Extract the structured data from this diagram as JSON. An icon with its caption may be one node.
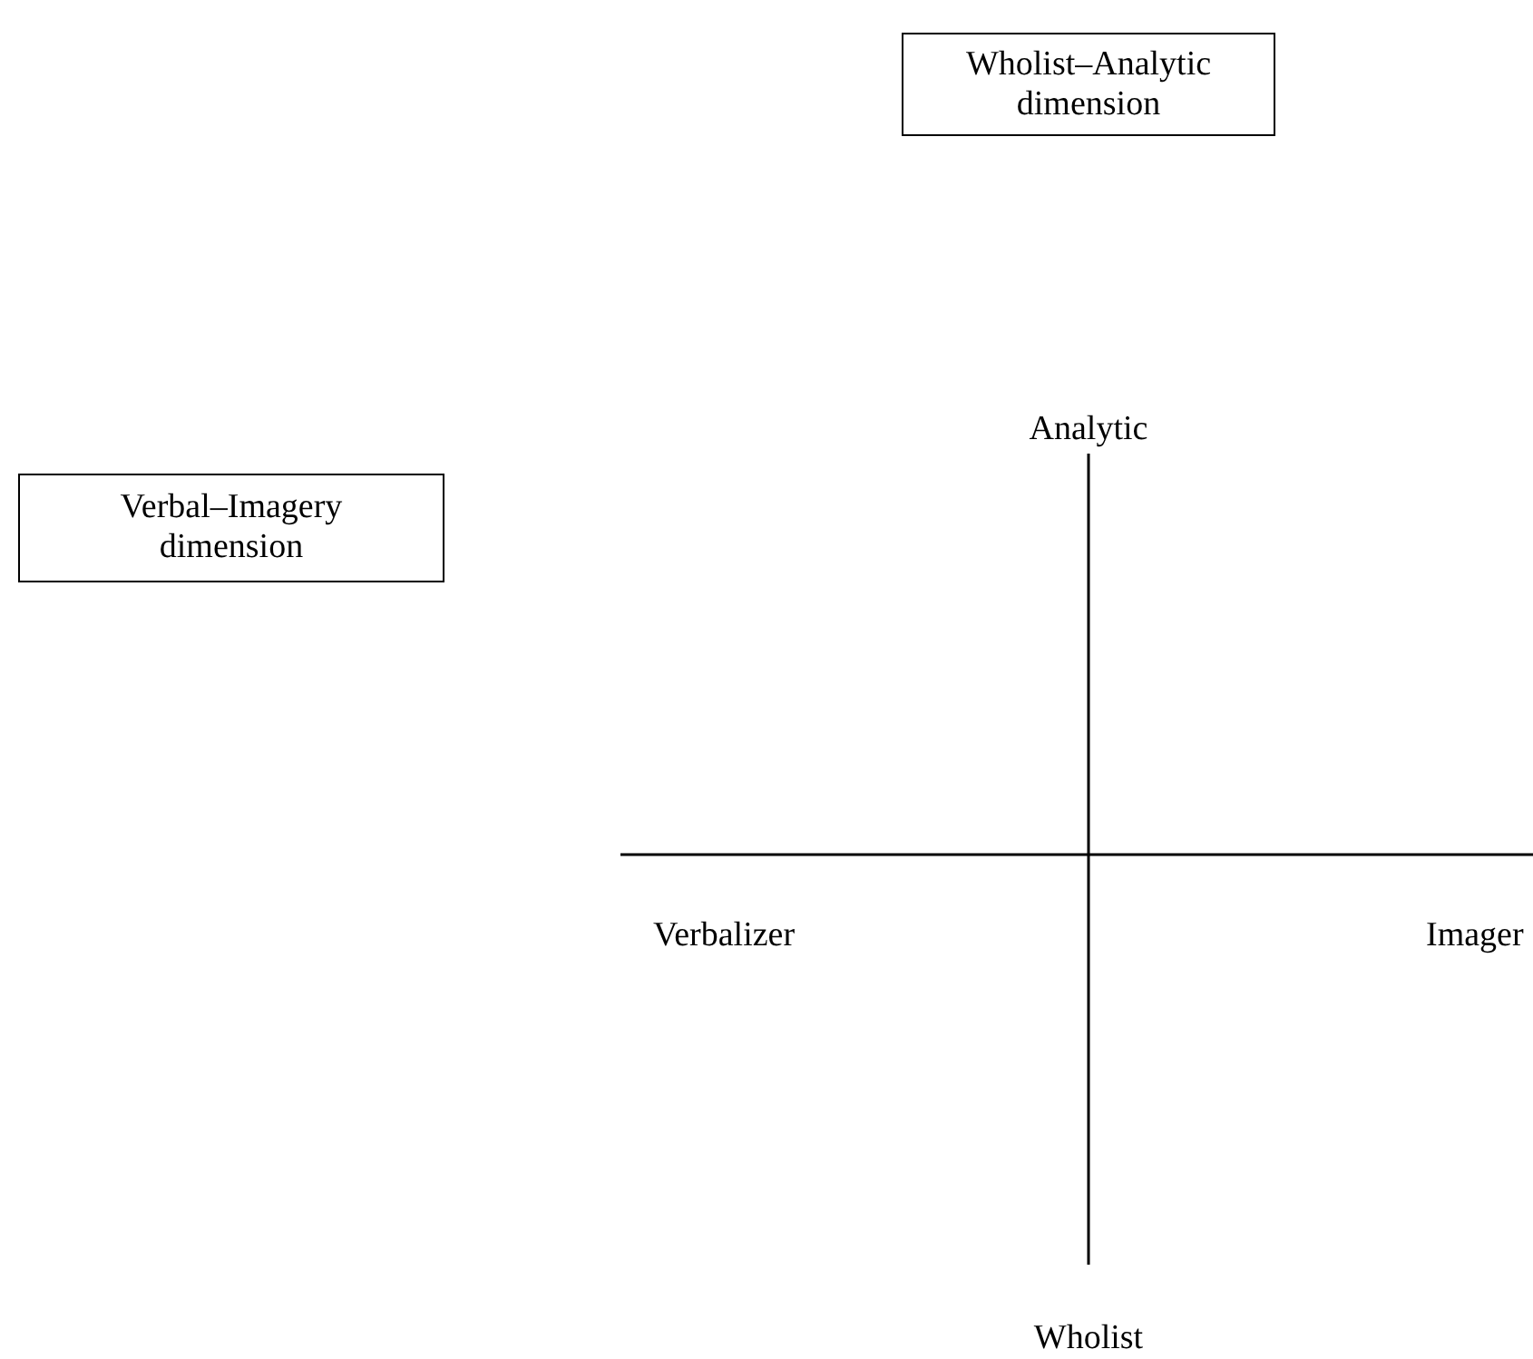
{
  "diagram": {
    "nodes": [
      {
        "text": [
          "Wholist–Analytic dimension"
        ]
      },
      {
        "text": [
          "Verbal–Imagery dimension"
        ]
      }
    ],
    "labels": [
      "Analytic",
      "Verbalizer",
      "Imager",
      "Wholist"
    ]
  }
}
